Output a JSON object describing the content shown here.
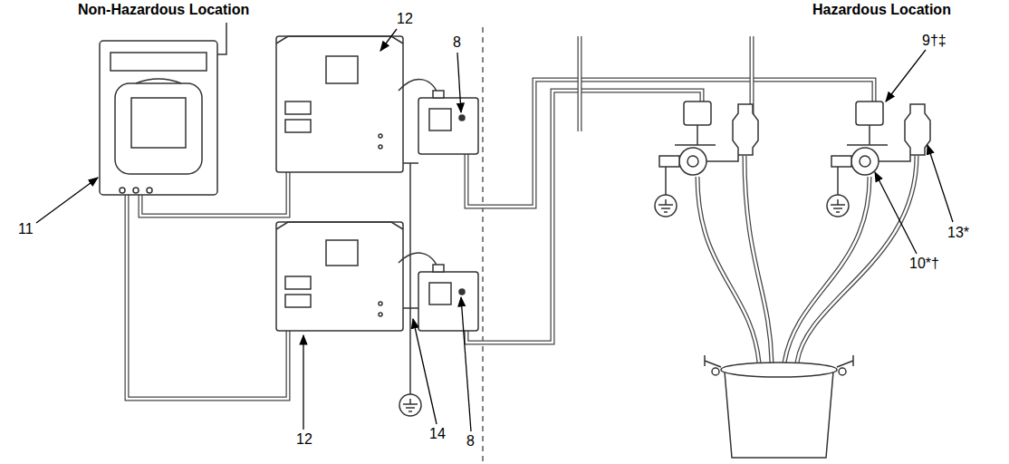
{
  "diagram": {
    "labels": [
      "Non-Hazardous Location",
      "Hazardous Location",
      "12",
      "8",
      "9†‡",
      "11",
      "13*",
      "10*†",
      "12",
      "14",
      "8"
    ]
  }
}
